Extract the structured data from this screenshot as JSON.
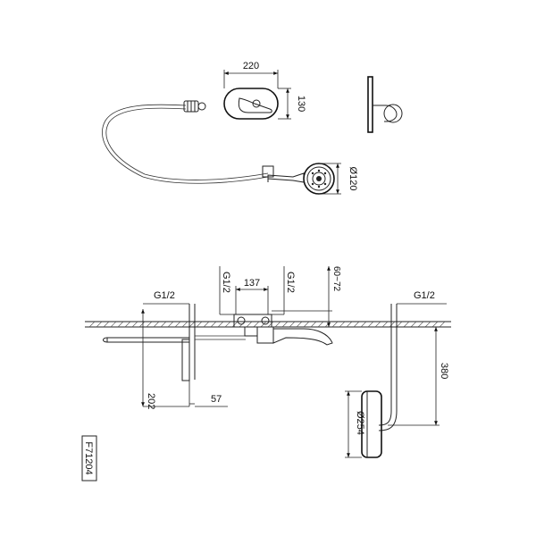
{
  "dimensions": {
    "plate_width": "220",
    "plate_height": "130",
    "hand_shower_diameter": "Ø120",
    "thread_left": "G1/2",
    "thread_valve_left": "G1/2",
    "thread_valve_right": "G1/2",
    "thread_right": "G1/2",
    "valve_spacing": "137",
    "depth_range": "60~72",
    "rail_height": "202",
    "rail_offset": "57",
    "arm_height": "380",
    "head_diameter": "Ø254"
  },
  "model_code": "F71204"
}
